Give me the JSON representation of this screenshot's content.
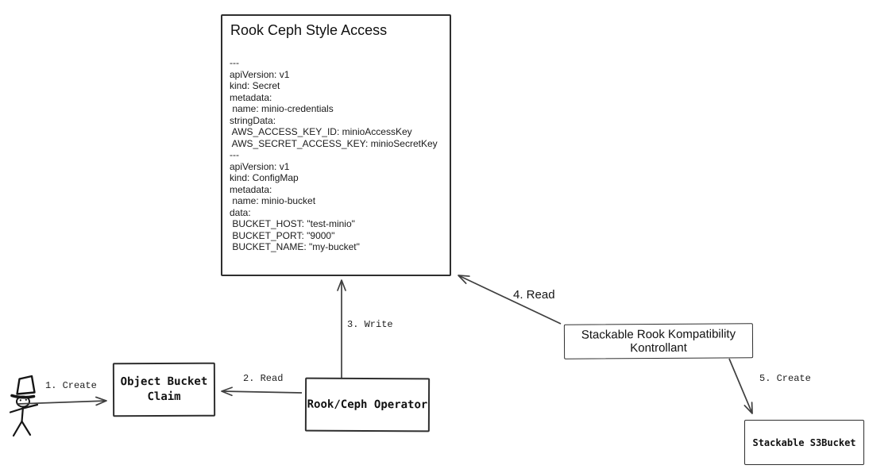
{
  "main_box": {
    "title": "Rook Ceph Style Access",
    "yaml": "---\napiVersion: v1\nkind: Secret\nmetadata:\n name: minio-credentials\nstringData:\n AWS_ACCESS_KEY_ID: minioAccessKey\n AWS_SECRET_ACCESS_KEY: minioSecretKey\n---\napiVersion: v1\nkind: ConfigMap\nmetadata:\n name: minio-bucket\ndata:\n BUCKET_HOST: \"test-minio\"\n BUCKET_PORT: \"9000\"\n BUCKET_NAME: \"my-bucket\""
  },
  "nodes": {
    "object_bucket_claim": {
      "label": "Object Bucket\nClaim"
    },
    "rook_ceph_operator": {
      "label": "Rook/Ceph Operator"
    },
    "kontrollant": {
      "label": "Stackable Rook Kompatibility Kontrollant"
    },
    "s3bucket": {
      "label": "Stackable S3Bucket"
    }
  },
  "edges": {
    "create_claim": {
      "label": "1. Create"
    },
    "read_claim": {
      "label": "2. Read"
    },
    "write_access": {
      "label": "3. Write"
    },
    "read_access": {
      "label": "4. Read"
    },
    "create_s3bucket": {
      "label": "5. Create"
    }
  },
  "actor": {
    "icon": "stick-figure-top-hat-icon"
  },
  "colors": {
    "background": "#ffffff",
    "line": "#3f3f3f",
    "box_border": "#2f2f2f",
    "text": "#111111"
  }
}
